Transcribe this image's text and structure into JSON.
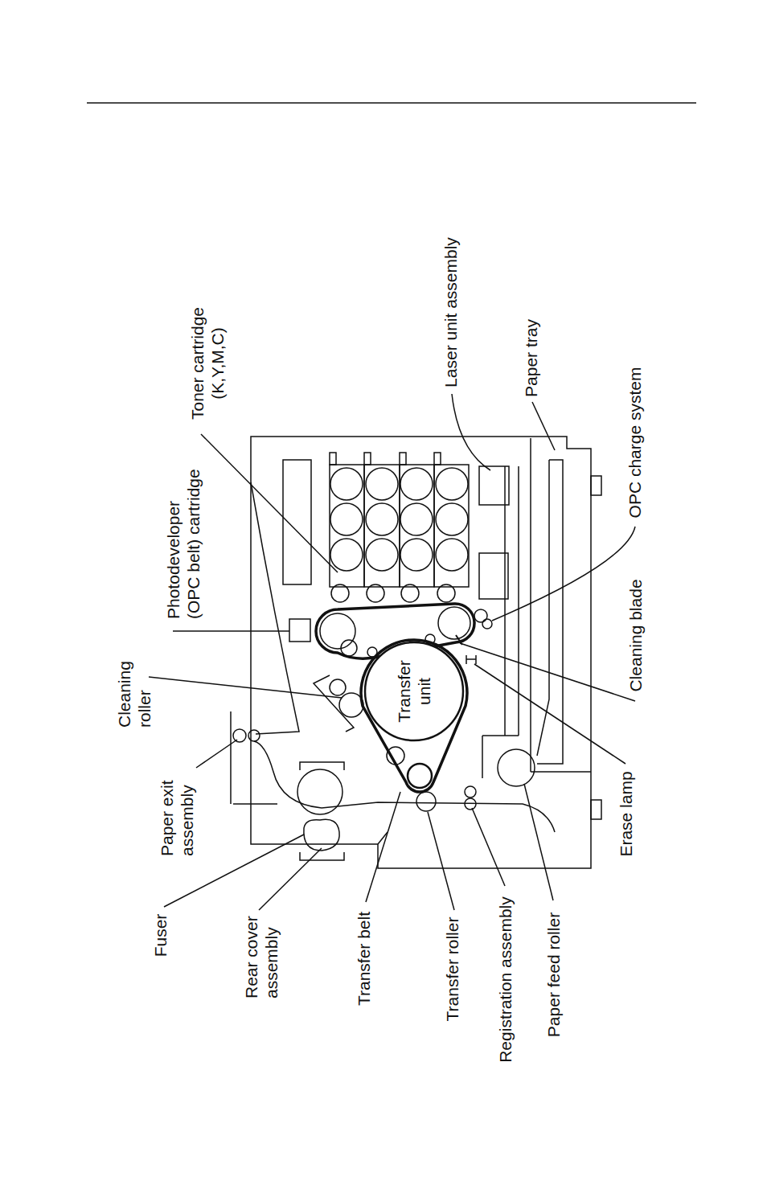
{
  "diagram": {
    "nodes": [
      {
        "text": [
          "Transfer unit"
        ]
      }
    ],
    "labels": [
      "Cleaning roller",
      "Paper exit assembly",
      "Fuser",
      "Rear cover assembly",
      "Transfer belt",
      "Transfer roller",
      "Registration assembly",
      "Paper feed roller",
      "Erase lamp",
      "Cleaning blade",
      "OPC charge system",
      "Paper tray",
      "Laser unit assembly",
      "Toner cartridge (K,Y,M,C)",
      "Photodeveloper (OPC belt) cartridge"
    ]
  }
}
